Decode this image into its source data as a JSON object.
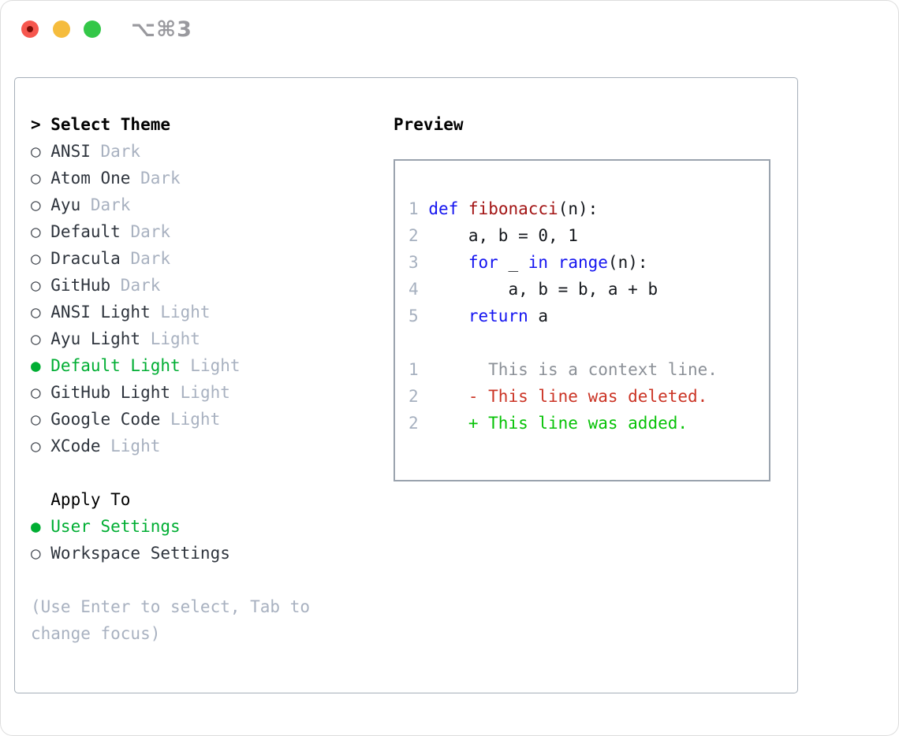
{
  "window": {
    "title": "⌥⌘3",
    "traffic_lights": [
      "close",
      "minimize",
      "maximize"
    ]
  },
  "colors": {
    "selection_green": "#00ae33",
    "added_green": "#06c206",
    "deleted_red": "#cb3425",
    "keyword_blue": "#1414f0",
    "function_red": "#a31515",
    "muted_gray": "#a8b1c0",
    "context_gray": "#8b9097",
    "traffic_red": "#f6574e",
    "traffic_yellow": "#f5bc3d",
    "traffic_green": "#33c748"
  },
  "icons": {
    "prompt": ">",
    "radio_off": "○",
    "radio_on": "●"
  },
  "theme_list": {
    "header": "Select Theme",
    "items": [
      {
        "name": "ANSI",
        "variant": "Dark",
        "selected": false
      },
      {
        "name": "Atom One",
        "variant": "Dark",
        "selected": false
      },
      {
        "name": "Ayu",
        "variant": "Dark",
        "selected": false
      },
      {
        "name": "Default",
        "variant": "Dark",
        "selected": false
      },
      {
        "name": "Dracula",
        "variant": "Dark",
        "selected": false
      },
      {
        "name": "GitHub",
        "variant": "Dark",
        "selected": false
      },
      {
        "name": "ANSI Light",
        "variant": "Light",
        "selected": false
      },
      {
        "name": "Ayu Light",
        "variant": "Light",
        "selected": false
      },
      {
        "name": "Default Light",
        "variant": "Light",
        "selected": true
      },
      {
        "name": "GitHub Light",
        "variant": "Light",
        "selected": false
      },
      {
        "name": "Google Code",
        "variant": "Light",
        "selected": false
      },
      {
        "name": "XCode",
        "variant": "Light",
        "selected": false
      }
    ]
  },
  "apply_to": {
    "header": "Apply To",
    "options": [
      {
        "label": "User Settings",
        "selected": true
      },
      {
        "label": "Workspace Settings",
        "selected": false
      }
    ]
  },
  "hint": "(Use Enter to select, Tab to change focus)",
  "preview": {
    "header": "Preview",
    "lines": [
      {
        "num": "1",
        "segments": [
          [
            " ",
            "pl"
          ],
          [
            "def",
            "kw"
          ],
          [
            " ",
            "pl"
          ],
          [
            "fibonacci",
            "fn"
          ],
          [
            "(n):",
            "pl"
          ]
        ]
      },
      {
        "num": "2",
        "segments": [
          [
            "     a, b = 0, 1",
            "pl"
          ]
        ]
      },
      {
        "num": "3",
        "segments": [
          [
            "     ",
            "pl"
          ],
          [
            "for",
            "kw"
          ],
          [
            " _ ",
            "pl"
          ],
          [
            "in",
            "kw"
          ],
          [
            " ",
            "pl"
          ],
          [
            "range",
            "kw"
          ],
          [
            "(n):",
            "pl"
          ]
        ]
      },
      {
        "num": "4",
        "segments": [
          [
            "         a, b = b, a + b",
            "pl"
          ]
        ]
      },
      {
        "num": "5",
        "segments": [
          [
            "     ",
            "pl"
          ],
          [
            "return",
            "kw"
          ],
          [
            " a",
            "pl"
          ]
        ]
      },
      {
        "num": "",
        "segments": []
      },
      {
        "num": "1",
        "segments": [
          [
            "       This is a context line.",
            "ctx"
          ]
        ]
      },
      {
        "num": "2",
        "segments": [
          [
            "     - This line was deleted.",
            "del"
          ]
        ]
      },
      {
        "num": "2",
        "segments": [
          [
            "     + This line was added.",
            "add"
          ]
        ]
      }
    ]
  }
}
